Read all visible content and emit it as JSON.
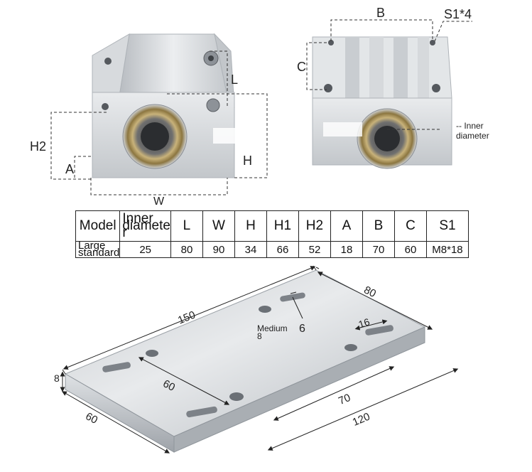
{
  "top_left_labels": {
    "l": "L",
    "h2": "H2",
    "a": "A",
    "h": "H",
    "w": "W"
  },
  "top_right_labels": {
    "b": "B",
    "s1": "S1*4",
    "c": "C",
    "inner_line1": "-- Inner",
    "inner_line2": "diameter"
  },
  "table": {
    "headers": [
      "Model",
      "Inner diamete r",
      "L",
      "W",
      "H",
      "H1",
      "H2",
      "A",
      "B",
      "C",
      "S1"
    ],
    "rows": [
      [
        "Large standard",
        "25",
        "80",
        "90",
        "34",
        "66",
        "52",
        "18",
        "70",
        "60",
        "M8*18"
      ]
    ]
  },
  "plate_labels": {
    "length": "150",
    "width": "80",
    "thickness": "8",
    "slot_width": "16",
    "hole_size": "6",
    "medium_line1": "Medium",
    "medium_line2": "8",
    "spacing_inner": "60",
    "spacing_front": "60",
    "span_70": "70",
    "span_120": "120"
  },
  "colors": {
    "metal_light": "#e6e8ea",
    "metal_mid": "#c9ccd0",
    "metal_dark": "#9ea3a9",
    "bearing_gold": "#b59a5a",
    "line": "#333333"
  }
}
